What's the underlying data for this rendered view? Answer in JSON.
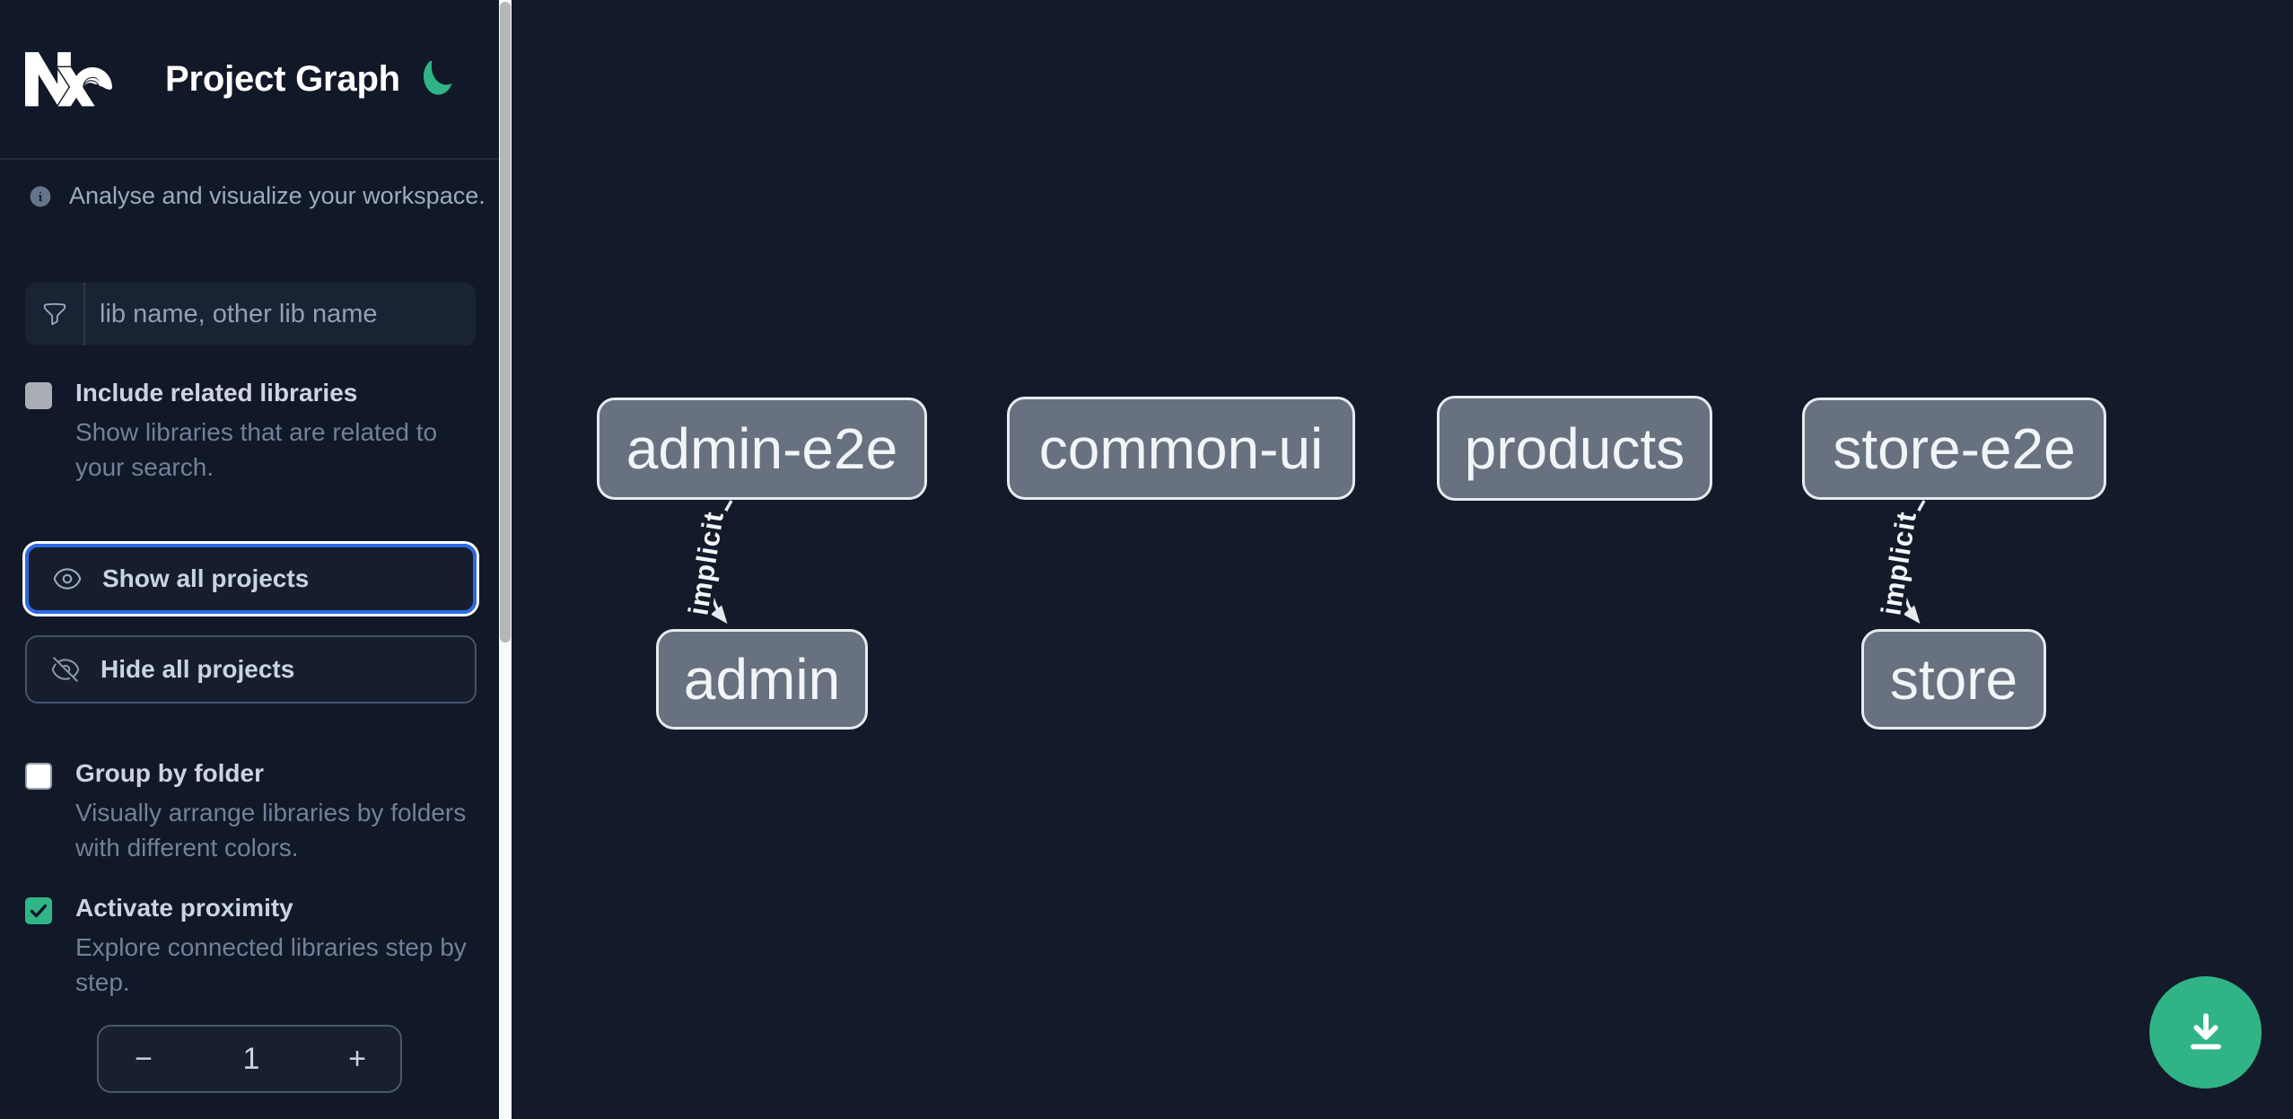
{
  "header": {
    "title": "Project Graph"
  },
  "sidebar": {
    "tagline": "Analyse and visualize your workspace.",
    "search": {
      "placeholder": "lib name, other lib name",
      "value": ""
    },
    "include_related": {
      "label": "Include related libraries",
      "description": "Show libraries that are related to your search.",
      "checked": false
    },
    "actions": {
      "show_all": "Show all projects",
      "hide_all": "Hide all projects"
    },
    "group_by_folder": {
      "label": "Group by folder",
      "description": "Visually arrange libraries by folders with different colors.",
      "checked": false
    },
    "activate_proximity": {
      "label": "Activate proximity",
      "description": "Explore connected libraries step by step.",
      "checked": true
    },
    "proximity_stepper": {
      "decrement": "−",
      "value": "1",
      "increment": "+"
    }
  },
  "graph": {
    "nodes": [
      {
        "id": "admin-e2e",
        "label": "admin-e2e"
      },
      {
        "id": "common-ui",
        "label": "common-ui"
      },
      {
        "id": "products",
        "label": "products"
      },
      {
        "id": "store-e2e",
        "label": "store-e2e"
      },
      {
        "id": "admin",
        "label": "admin"
      },
      {
        "id": "store",
        "label": "store"
      }
    ],
    "edges": [
      {
        "source": "admin-e2e",
        "target": "admin",
        "label": "implicit"
      },
      {
        "source": "store-e2e",
        "target": "store",
        "label": "implicit"
      }
    ]
  },
  "colors": {
    "sidebar_bg": "#111827",
    "canvas_bg": "#131a29",
    "accent_green": "#31b485",
    "focus_blue": "#2d6ae3",
    "node_fill": "#68717f",
    "node_border": "#e7ebf0"
  },
  "icons": {
    "nx_logo": "nx-logo",
    "theme": "moon-icon",
    "tagline": "info-icon",
    "search": "filter-funnel-icon",
    "show_all": "eye-icon",
    "hide_all": "eye-slash-icon",
    "fab": "download-icon"
  }
}
